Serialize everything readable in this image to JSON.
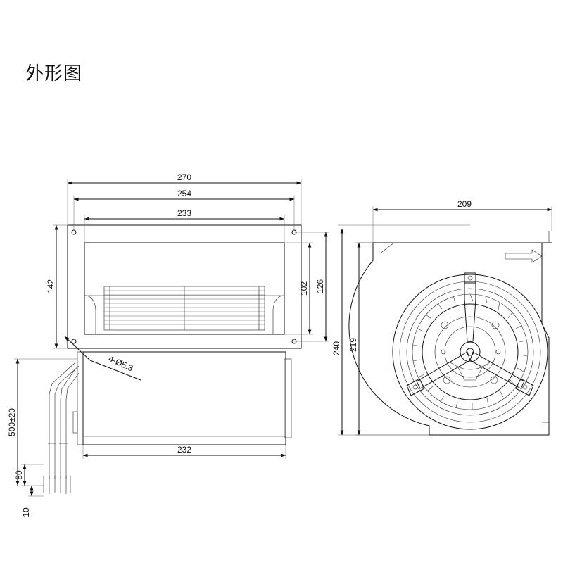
{
  "title": "外形图",
  "front_view": {
    "dimensions": {
      "overall_width": "270",
      "flange_hole_pitch": "254",
      "outlet_width": "233",
      "flange_height": "142",
      "outlet_height": "102",
      "hole_pitch_vertical": "126",
      "mounting_holes": "4-Ø5.3",
      "housing_depth": "232",
      "cable_length": "500±20",
      "strip_length": "80",
      "terminal_length": "10"
    }
  },
  "side_view": {
    "dimensions": {
      "width": "209",
      "overall_height": "240",
      "height_to_outlet": "219"
    }
  }
}
